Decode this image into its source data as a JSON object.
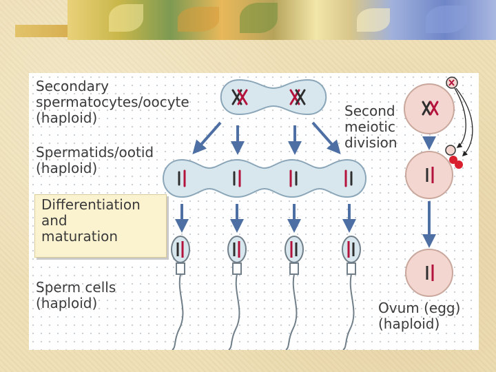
{
  "labels": {
    "secondary": "Secondary\nspermatocytes/oocyte\n(haploid)",
    "spermatids": "Spermatids/ootid\n(haploid)",
    "differentiation": "Differentiation\nand\nmaturation",
    "sperm_cells": "Sperm cells\n(haploid)",
    "second_division": "Second\nmeiotic\ndivision",
    "ovum": "Ovum (egg)\n(haploid)"
  },
  "colors": {
    "cell_blue": "#d8e6ee",
    "cell_outline": "#8aa6b8",
    "egg_fill": "#f2d6cf",
    "egg_outline": "#c9a79c",
    "chromosome": "#b3123b",
    "arrow": "#4d6fa3",
    "polar_body": "#d8202f"
  }
}
